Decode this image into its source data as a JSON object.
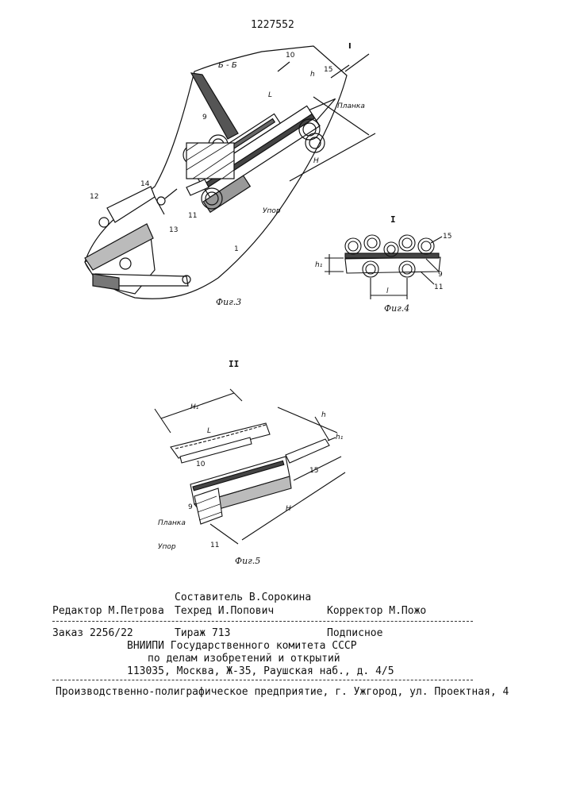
{
  "patent_number": "1227552",
  "fig3": {
    "section": "Б - Б",
    "view_mark": "I",
    "caption": "Фиг.3",
    "labels": {
      "n1": "1",
      "n9": "9",
      "n10": "10",
      "n11": "11",
      "n12": "12",
      "n13": "13",
      "n14": "14",
      "n15": "15",
      "L": "L",
      "h": "h",
      "H": "H",
      "planka": "Планка",
      "upor": "Упор"
    }
  },
  "fig4": {
    "title": "I",
    "caption": "Фиг.4",
    "labels": {
      "n15": "15",
      "n9": "9",
      "n11": "11",
      "h1": "h₁",
      "l": "l"
    }
  },
  "fig5": {
    "title": "II",
    "caption": "Фиг.5",
    "labels": {
      "H1": "H₁",
      "L": "L",
      "n10": "10",
      "n15": "15",
      "n9": "9",
      "n11": "11",
      "h": "h",
      "h1": "h₁",
      "H": "H",
      "planka": "Планка",
      "upor": "Упор"
    }
  },
  "footer": {
    "composer": "Составитель В.Сорокина",
    "editor": "Редактор М.Петрова",
    "techred": "Техред И.Попович",
    "corrector": "Корректор М.Пожо",
    "order": "Заказ 2256/22",
    "circulation": "Тираж 713",
    "subscription": "Подписное",
    "org1": "ВНИИПИ Государственного комитета СССР",
    "org2": "по делам изобретений и открытий",
    "address": "113035, Москва, Ж-35, Раушская наб., д. 4/5",
    "printer": "Производственно-полиграфическое предприятие, г. Ужгород, ул. Проектная, 4"
  }
}
